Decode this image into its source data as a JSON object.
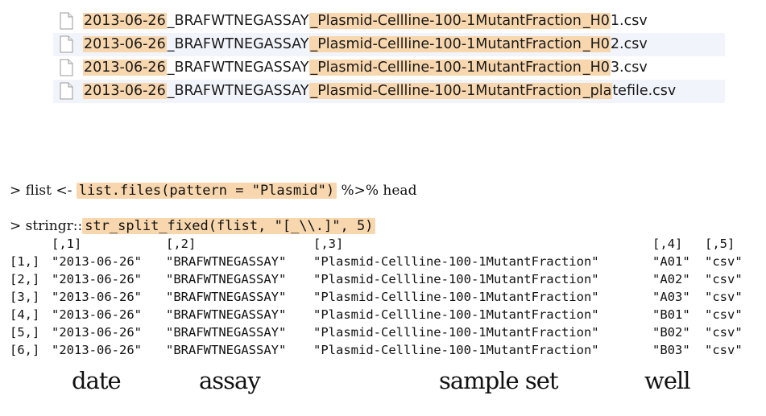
{
  "files": [
    {
      "segments": [
        "2013-06-26",
        "_BRAFWTNEGASSAY",
        "_Plasmid-Cellline-100-1MutantFraction",
        "_H0",
        "1.csv"
      ]
    },
    {
      "segments": [
        "2013-06-26",
        "_BRAFWTNEGASSAY",
        "_Plasmid-Cellline-100-1MutantFraction",
        "_H0",
        "2.csv"
      ]
    },
    {
      "segments": [
        "2013-06-26",
        "_BRAFWTNEGASSAY",
        "_Plasmid-Cellline-100-1MutantFraction",
        "_H0",
        "3.csv"
      ]
    },
    {
      "segments": [
        "2013-06-26",
        "_BRAFWTNEGASSAY",
        "_Plasmid-Cellline-100-1MutantFraction",
        "_pla",
        "tefile.csv"
      ]
    }
  ],
  "console": {
    "line1": {
      "prompt": "> flist <- ",
      "code": "list.files(pattern = \"Plasmid\")",
      "rest": " %>% head"
    },
    "line2": {
      "prompt": "> stringr::",
      "code": "str_split_fixed(flist, \"[_\\\\.]\", 5)"
    }
  },
  "output": {
    "headers": [
      "[,1]",
      "[,2]",
      "[,3]",
      "[,4]",
      "[,5]"
    ],
    "rows": [
      {
        "index": "[1,]",
        "c1": "\"2013-06-26\"",
        "c2": "\"BRAFWTNEGASSAY\"",
        "c3": "\"Plasmid-Cellline-100-1MutantFraction\"",
        "c4": "\"A01\"",
        "c5": "\"csv\""
      },
      {
        "index": "[2,]",
        "c1": "\"2013-06-26\"",
        "c2": "\"BRAFWTNEGASSAY\"",
        "c3": "\"Plasmid-Cellline-100-1MutantFraction\"",
        "c4": "\"A02\"",
        "c5": "\"csv\""
      },
      {
        "index": "[3,]",
        "c1": "\"2013-06-26\"",
        "c2": "\"BRAFWTNEGASSAY\"",
        "c3": "\"Plasmid-Cellline-100-1MutantFraction\"",
        "c4": "\"A03\"",
        "c5": "\"csv\""
      },
      {
        "index": "[4,]",
        "c1": "\"2013-06-26\"",
        "c2": "\"BRAFWTNEGASSAY\"",
        "c3": "\"Plasmid-Cellline-100-1MutantFraction\"",
        "c4": "\"B01\"",
        "c5": "\"csv\""
      },
      {
        "index": "[5,]",
        "c1": "\"2013-06-26\"",
        "c2": "\"BRAFWTNEGASSAY\"",
        "c3": "\"Plasmid-Cellline-100-1MutantFraction\"",
        "c4": "\"B02\"",
        "c5": "\"csv\""
      },
      {
        "index": "[6,]",
        "c1": "\"2013-06-26\"",
        "c2": "\"BRAFWTNEGASSAY\"",
        "c3": "\"Plasmid-Cellline-100-1MutantFraction\"",
        "c4": "\"B03\"",
        "c5": "\"csv\""
      }
    ]
  },
  "labels": {
    "date": "date",
    "assay": "assay",
    "sample_set": "sample set",
    "well": "well"
  },
  "colors": {
    "highlight": "#f8d7ae",
    "alt_row": "#f1f4fa"
  },
  "icons": {
    "file": "document-icon"
  }
}
